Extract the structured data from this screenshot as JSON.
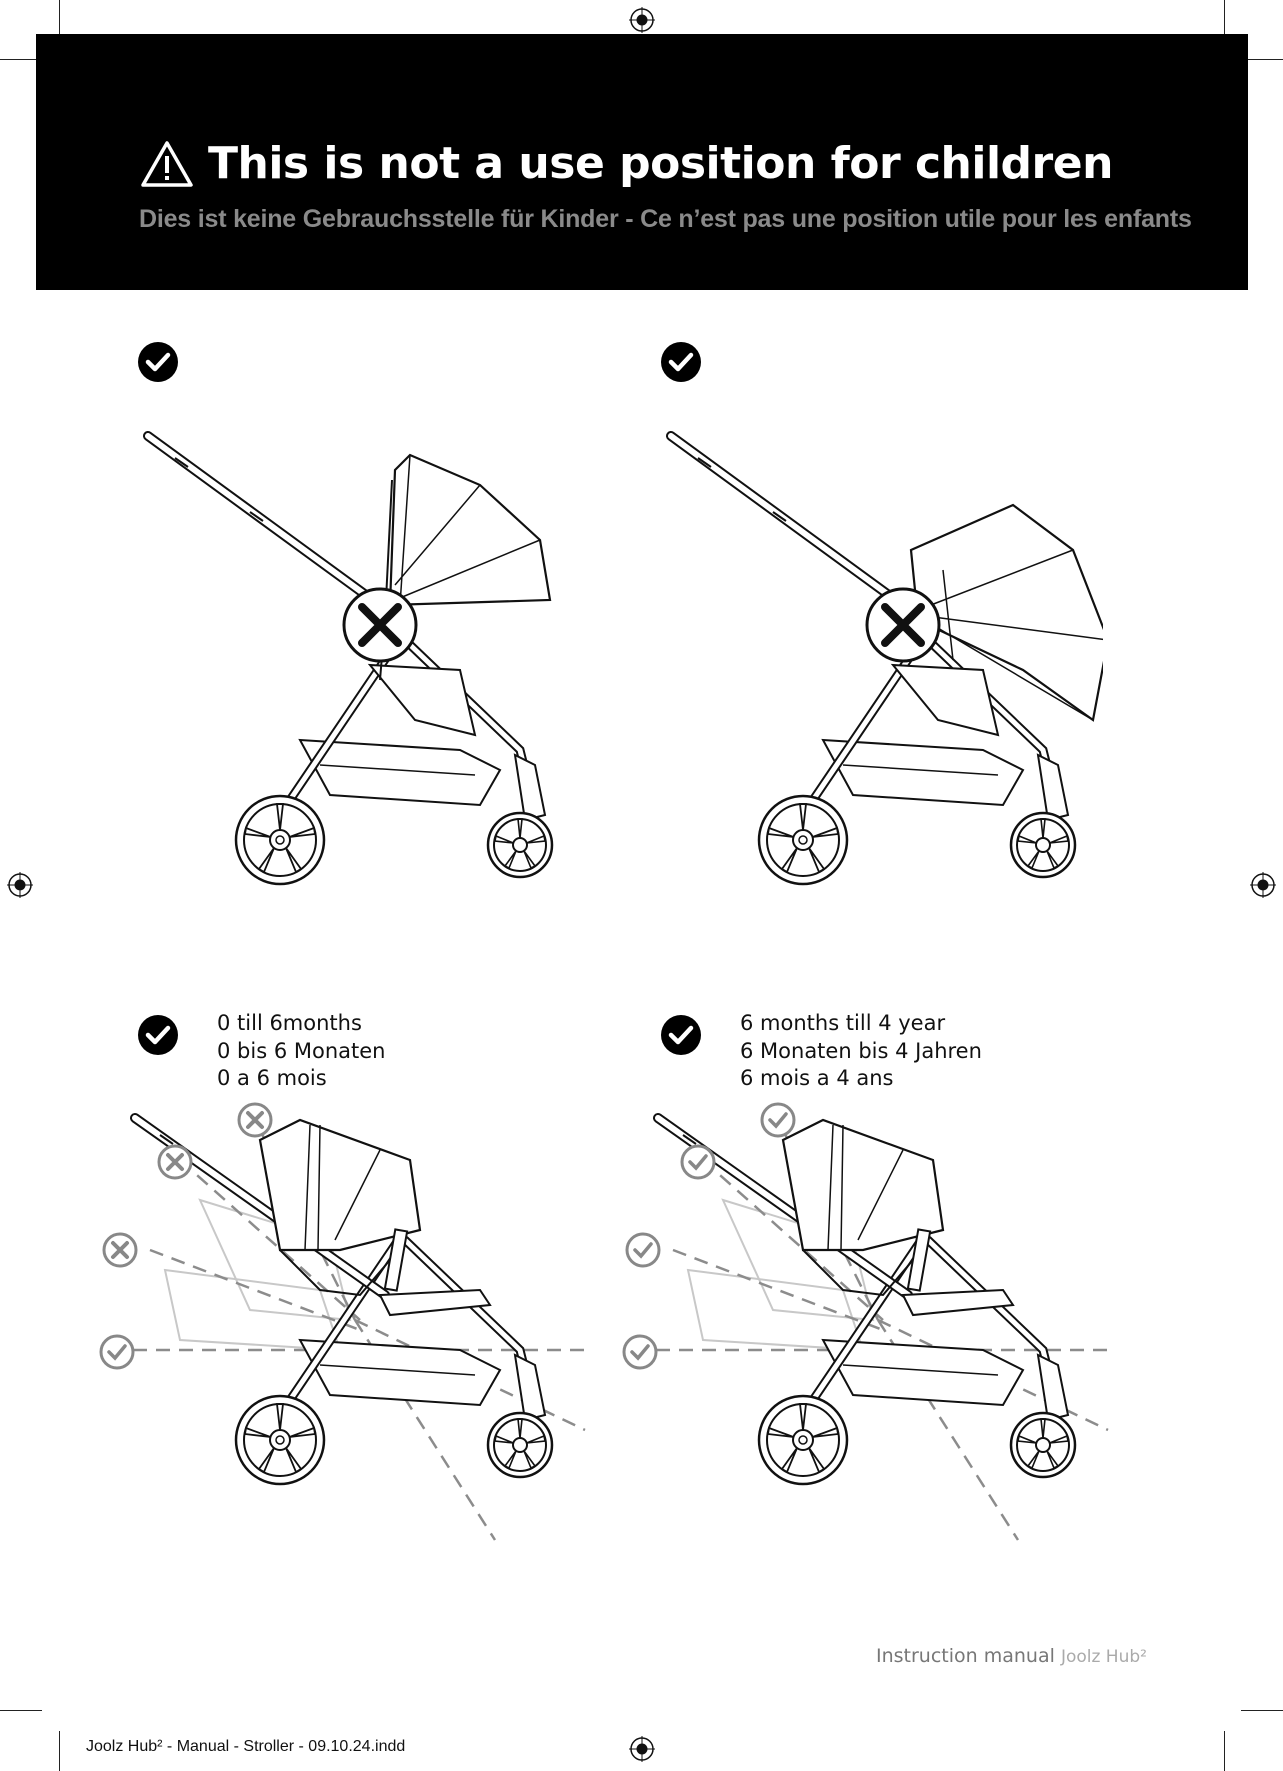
{
  "header": {
    "title": "This is not a use position for children",
    "subtitle": "Dies ist keine Gebrauchsstelle für Kinder - Ce n’est pas une position utile pour les enfants",
    "warning_icon": "warning-triangle-icon"
  },
  "panels": [
    {
      "status": "check-icon",
      "mark": "x-mark-icon",
      "caption": []
    },
    {
      "status": "check-icon",
      "mark": "x-mark-icon",
      "caption": []
    },
    {
      "status": "check-icon",
      "caption": [
        "0 till 6months",
        "0 bis 6 Monaten",
        "0 a 6 mois"
      ],
      "positions": [
        "not-allowed",
        "not-allowed",
        "not-allowed",
        "allowed"
      ]
    },
    {
      "status": "check-icon",
      "caption": [
        "6 months till 4 year",
        "6 Monaten bis 4 Jahren",
        "6 mois a 4 ans"
      ],
      "positions": [
        "allowed",
        "allowed",
        "allowed",
        "allowed"
      ]
    }
  ],
  "footer": {
    "manual": "Instruction manual",
    "product": "Joolz Hub²",
    "slug": "Joolz Hub² - Manual - Stroller - 09.10.24.indd"
  },
  "colors": {
    "banner": "#000000",
    "subtitle": "#8a8a8a",
    "line": "#111111",
    "ghost": "#c8c8c8",
    "dash": "#8c8c8c"
  }
}
